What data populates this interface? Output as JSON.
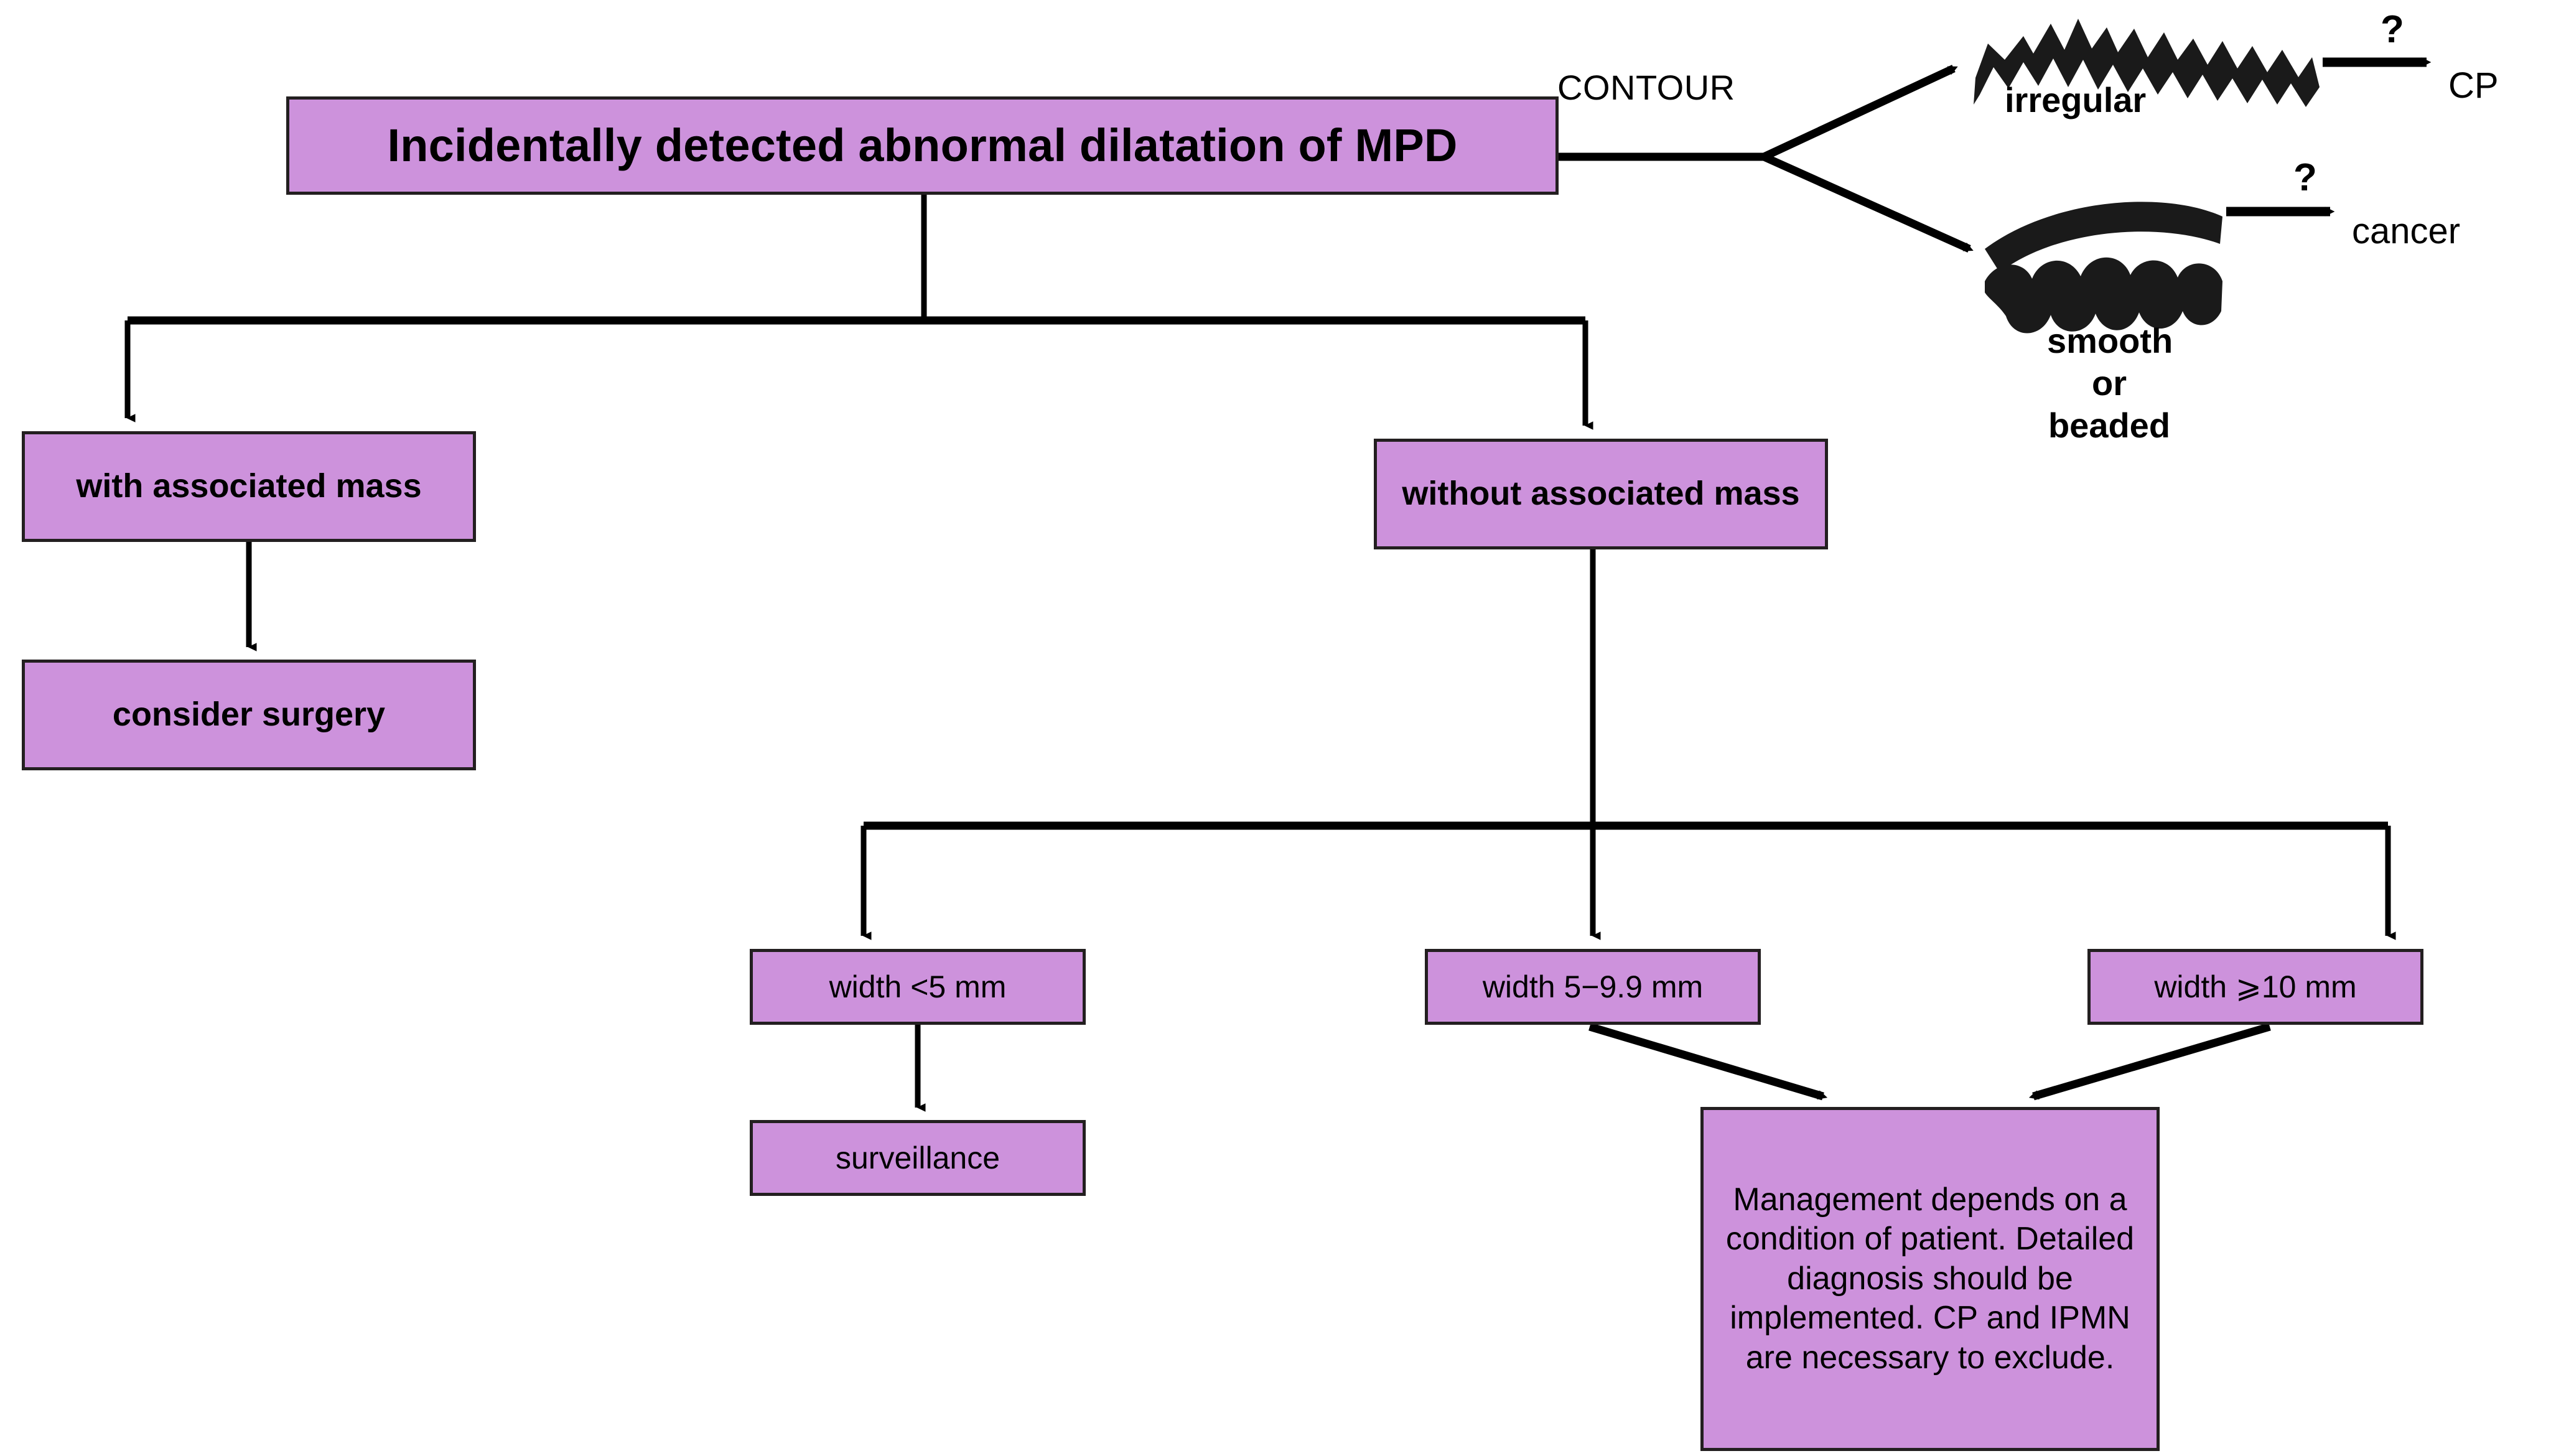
{
  "diagram": {
    "type": "flowchart",
    "title": "Incidentally detected abnormal dilatation of MPD management algorithm",
    "background_color": "#ffffff",
    "node_fill_color": "#cd92dc",
    "node_border_color": "#231f20",
    "edge_color": "#000000"
  },
  "nodes": {
    "root": {
      "label": "Incidentally detected abnormal dilatation of MPD"
    },
    "with_mass": {
      "label": "with associated mass"
    },
    "consider_surgery": {
      "label": "consider surgery"
    },
    "without_mass": {
      "label": "without associated mass"
    },
    "width_lt5": {
      "label": "width <5 mm"
    },
    "width_5_99": {
      "label": "width 5−9.9 mm"
    },
    "width_ge10": {
      "label": "width ⩾10 mm"
    },
    "surveillance": {
      "label": "surveillance"
    },
    "management": {
      "label": "Management depends on a condition of patient. Detailed diagnosis should be implemented. CP and IPMN are necessary to exclude."
    }
  },
  "labels": {
    "contour": "CONTOUR",
    "irregular": "irregular",
    "smooth": "smooth",
    "or": "or",
    "beaded": "beaded",
    "question_top": "?",
    "question_bottom": "?",
    "cp": "CP",
    "cancer": "cancer"
  },
  "icons": {
    "irregular_contour": "irregular-duct-contour-icon",
    "smooth_beaded_contour": "smooth-beaded-duct-contour-icon"
  }
}
